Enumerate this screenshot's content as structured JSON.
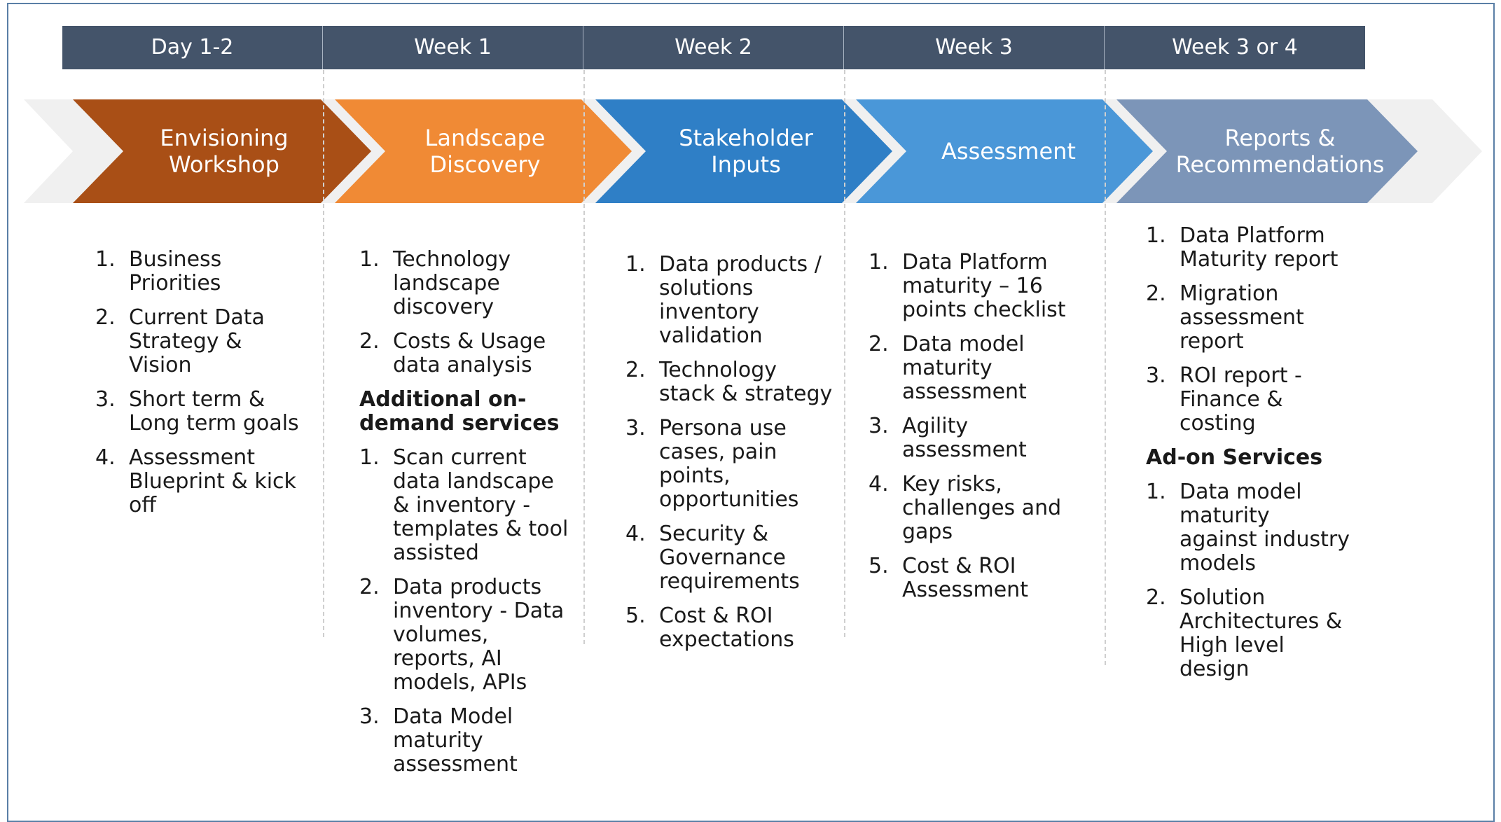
{
  "colors": {
    "header_bg": "#44546a",
    "phase1": "#a94f16",
    "phase2": "#f08a35",
    "phase3": "#2f7fc6",
    "phase4": "#4a97d8",
    "phase5": "#7c95b8",
    "track": "#f0f0f0"
  },
  "phases": [
    {
      "header": "Day 1-2",
      "title": "Envisioning\nWorkshop",
      "lists": [
        {
          "heading": "",
          "items": [
            {
              "num": "1.",
              "text": "Business Priorities"
            },
            {
              "num": "2.",
              "text": "Current Data Strategy & Vision"
            },
            {
              "num": "3.",
              "text": "Short term & Long term goals"
            },
            {
              "num": "4.",
              "text": "Assessment Blueprint & kick off"
            }
          ]
        }
      ]
    },
    {
      "header": "Week 1",
      "title": "Landscape\nDiscovery",
      "lists": [
        {
          "heading": "",
          "items": [
            {
              "num": "1.",
              "text": "Technology landscape discovery"
            },
            {
              "num": "2.",
              "text": "Costs & Usage data analysis"
            }
          ]
        },
        {
          "heading": "Additional on-demand services",
          "items": [
            {
              "num": "1.",
              "text": "Scan current data landscape & inventory - templates & tool assisted"
            },
            {
              "num": "2.",
              "text": "Data products inventory - Data volumes, reports, AI models, APIs"
            },
            {
              "num": "3.",
              "text": "Data Model maturity assessment"
            }
          ]
        }
      ]
    },
    {
      "header": "Week 2",
      "title": "Stakeholder\nInputs",
      "lists": [
        {
          "heading": "",
          "items": [
            {
              "num": "1.",
              "text": "Data products / solutions inventory validation"
            },
            {
              "num": "2.",
              "text": "Technology stack & strategy"
            },
            {
              "num": "3.",
              "text": "Persona use cases, pain points, opportunities"
            },
            {
              "num": "4.",
              "text": "Security & Governance requirements"
            },
            {
              "num": "5.",
              "text": "Cost & ROI expectations"
            }
          ]
        }
      ]
    },
    {
      "header": "Week 3",
      "title": "Assessment",
      "lists": [
        {
          "heading": "",
          "items": [
            {
              "num": "1.",
              "text": "Data Platform maturity – 16 points checklist"
            },
            {
              "num": "2.",
              "text": "Data model maturity assessment"
            },
            {
              "num": "3.",
              "text": "Agility assessment"
            },
            {
              "num": "4.",
              "text": "Key risks, challenges and gaps"
            },
            {
              "num": "5.",
              "text": "Cost & ROI Assessment"
            }
          ]
        }
      ]
    },
    {
      "header": "Week  3 or 4",
      "title": "Reports &\nRecommendations",
      "lists": [
        {
          "heading": "",
          "items": [
            {
              "num": "1.",
              "text": "Data Platform Maturity report"
            },
            {
              "num": "2.",
              "text": "Migration assessment report"
            },
            {
              "num": "3.",
              "text": "ROI report - Finance & costing"
            }
          ]
        },
        {
          "heading": "Ad-on Services",
          "items": [
            {
              "num": "1.",
              "text": "Data model maturity against industry models"
            },
            {
              "num": "2.",
              "text": "Solution Architectures & High level design"
            }
          ]
        }
      ]
    }
  ]
}
